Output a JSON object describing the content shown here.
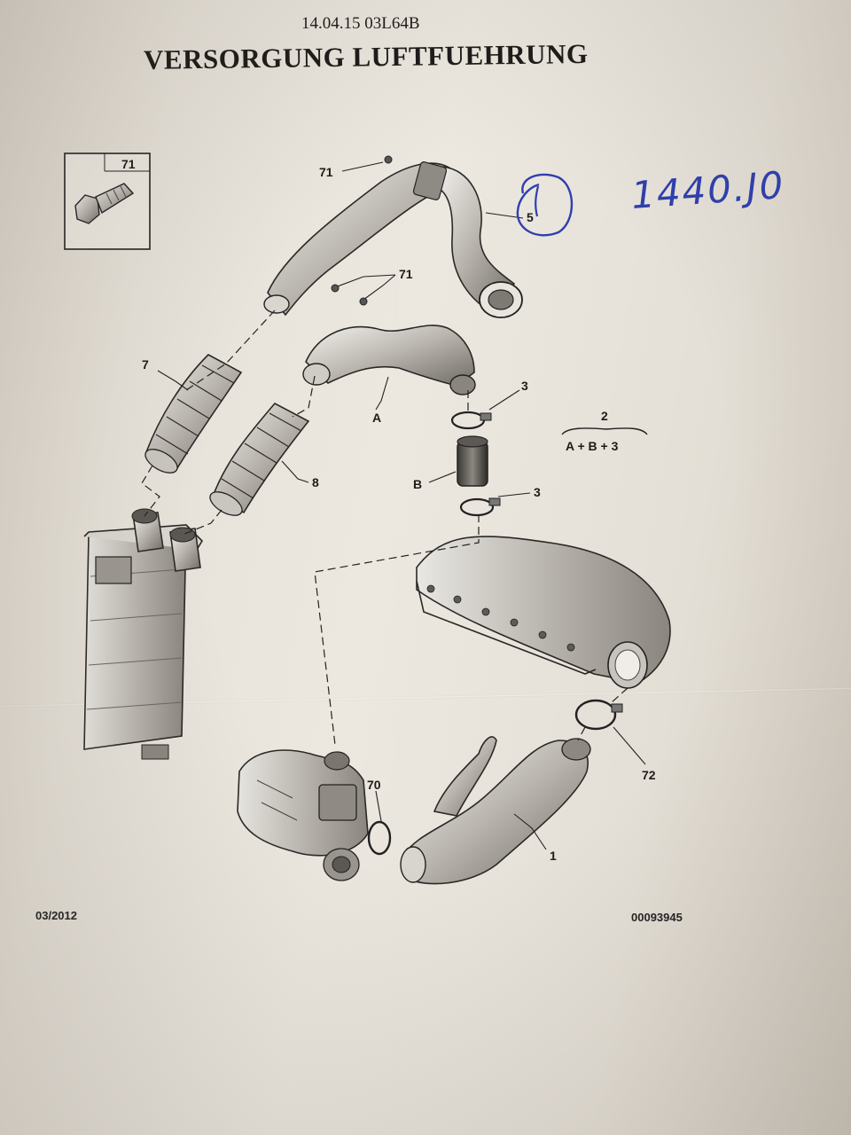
{
  "header": {
    "code": "14.04.15 03L64B",
    "title": "VERSORGUNG LUFTFUEHRUNG"
  },
  "callouts": {
    "bolt_box": "71",
    "bolt_top": "71",
    "bolt_mid": "71",
    "hose_right": "5",
    "hose_7": "7",
    "hose_8": "8",
    "part_a": "A",
    "clamp_3_upper": "3",
    "part_b": "B",
    "clamp_3_lower": "3",
    "kit_number": "2",
    "kit_formula": "A + B + 3",
    "clamp_72": "72",
    "clamp_70": "70",
    "pipe_1": "1"
  },
  "handwriting": {
    "note": "1440.J0"
  },
  "footer": {
    "date": "03/2012",
    "reference": "00093945"
  },
  "colors": {
    "paper": "#e8e3da",
    "ink": "#1d1c1a",
    "pen": "#2e3fae"
  }
}
